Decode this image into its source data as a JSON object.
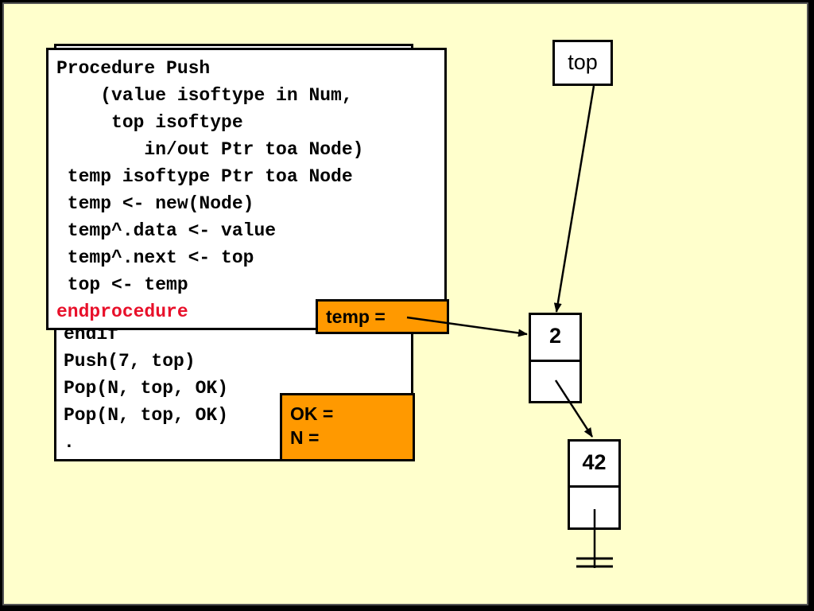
{
  "back_code": {
    "lines": [
      "endif",
      "Push(7, top)",
      "Pop(N, top, OK)",
      "Pop(N, top, OK)",
      "."
    ]
  },
  "front_code": {
    "lines": [
      "Procedure Push",
      "    (value isoftype in Num,",
      "     top isoftype",
      "        in/out Ptr toa Node)",
      " temp isoftype Ptr toa Node",
      " temp <- new(Node)",
      " temp^.data <- value",
      " temp^.next <- top",
      " top <- temp"
    ],
    "end_line": "endprocedure",
    "end_color": "#E8102A"
  },
  "temp_label": "temp =",
  "ok_label": "OK =",
  "n_label": "N =",
  "top_label": "top",
  "node1_value": "2",
  "node2_value": "42",
  "colors": {
    "background": "#FFFFCC",
    "variable_box": "#FF9900",
    "frame": "#000000"
  }
}
